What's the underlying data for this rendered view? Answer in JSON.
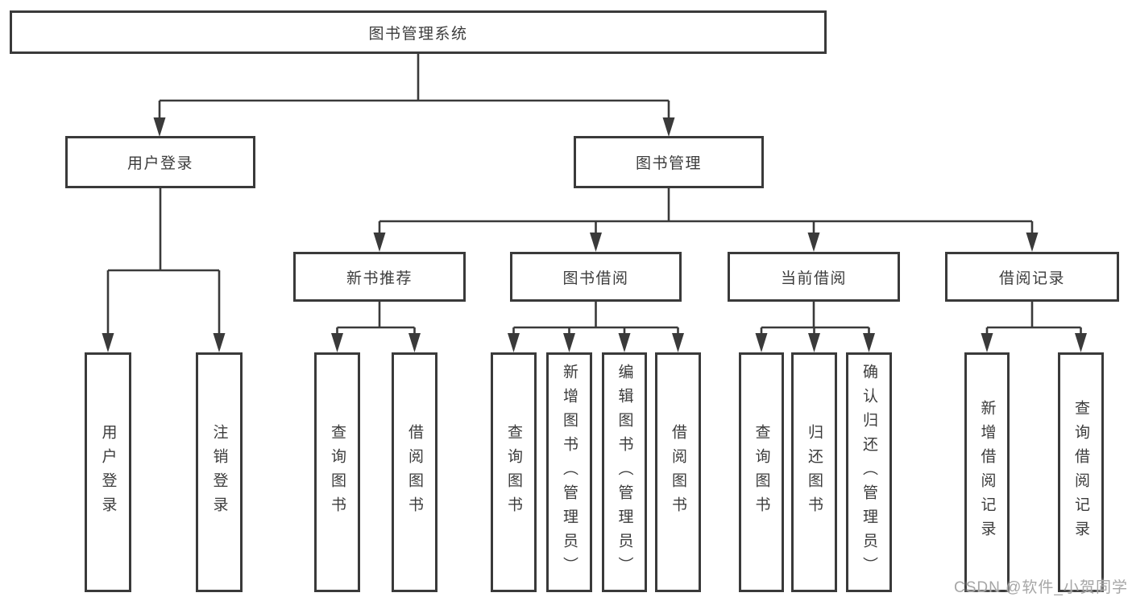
{
  "diagram": {
    "type": "tree",
    "root": {
      "label": "图书管理系统"
    },
    "branches": {
      "user_login": {
        "label": "用户登录",
        "children": [
          "用户登录",
          "注销登录"
        ]
      },
      "book_management": {
        "label": "图书管理",
        "sections": {
          "new_book_recommend": {
            "label": "新书推荐",
            "children": [
              "查询图书",
              "借阅图书"
            ]
          },
          "book_borrow": {
            "label": "图书借阅",
            "children": [
              "查询图书",
              "新增图书（管理员）",
              "编辑图书（管理员）",
              "借阅图书"
            ]
          },
          "current_borrow": {
            "label": "当前借阅",
            "children": [
              "查询图书",
              "归还图书",
              "确认归还（管理员）"
            ]
          },
          "borrow_record": {
            "label": "借阅记录",
            "children": [
              "新增借阅记录",
              "查询借阅记录"
            ]
          }
        }
      }
    }
  },
  "watermark": {
    "text": "CSDN @软件_小贺同学"
  },
  "colors": {
    "line": "#3a3a3a",
    "text": "#3c3c3c",
    "background": "#ffffff",
    "watermark": "#a6a6a6"
  }
}
